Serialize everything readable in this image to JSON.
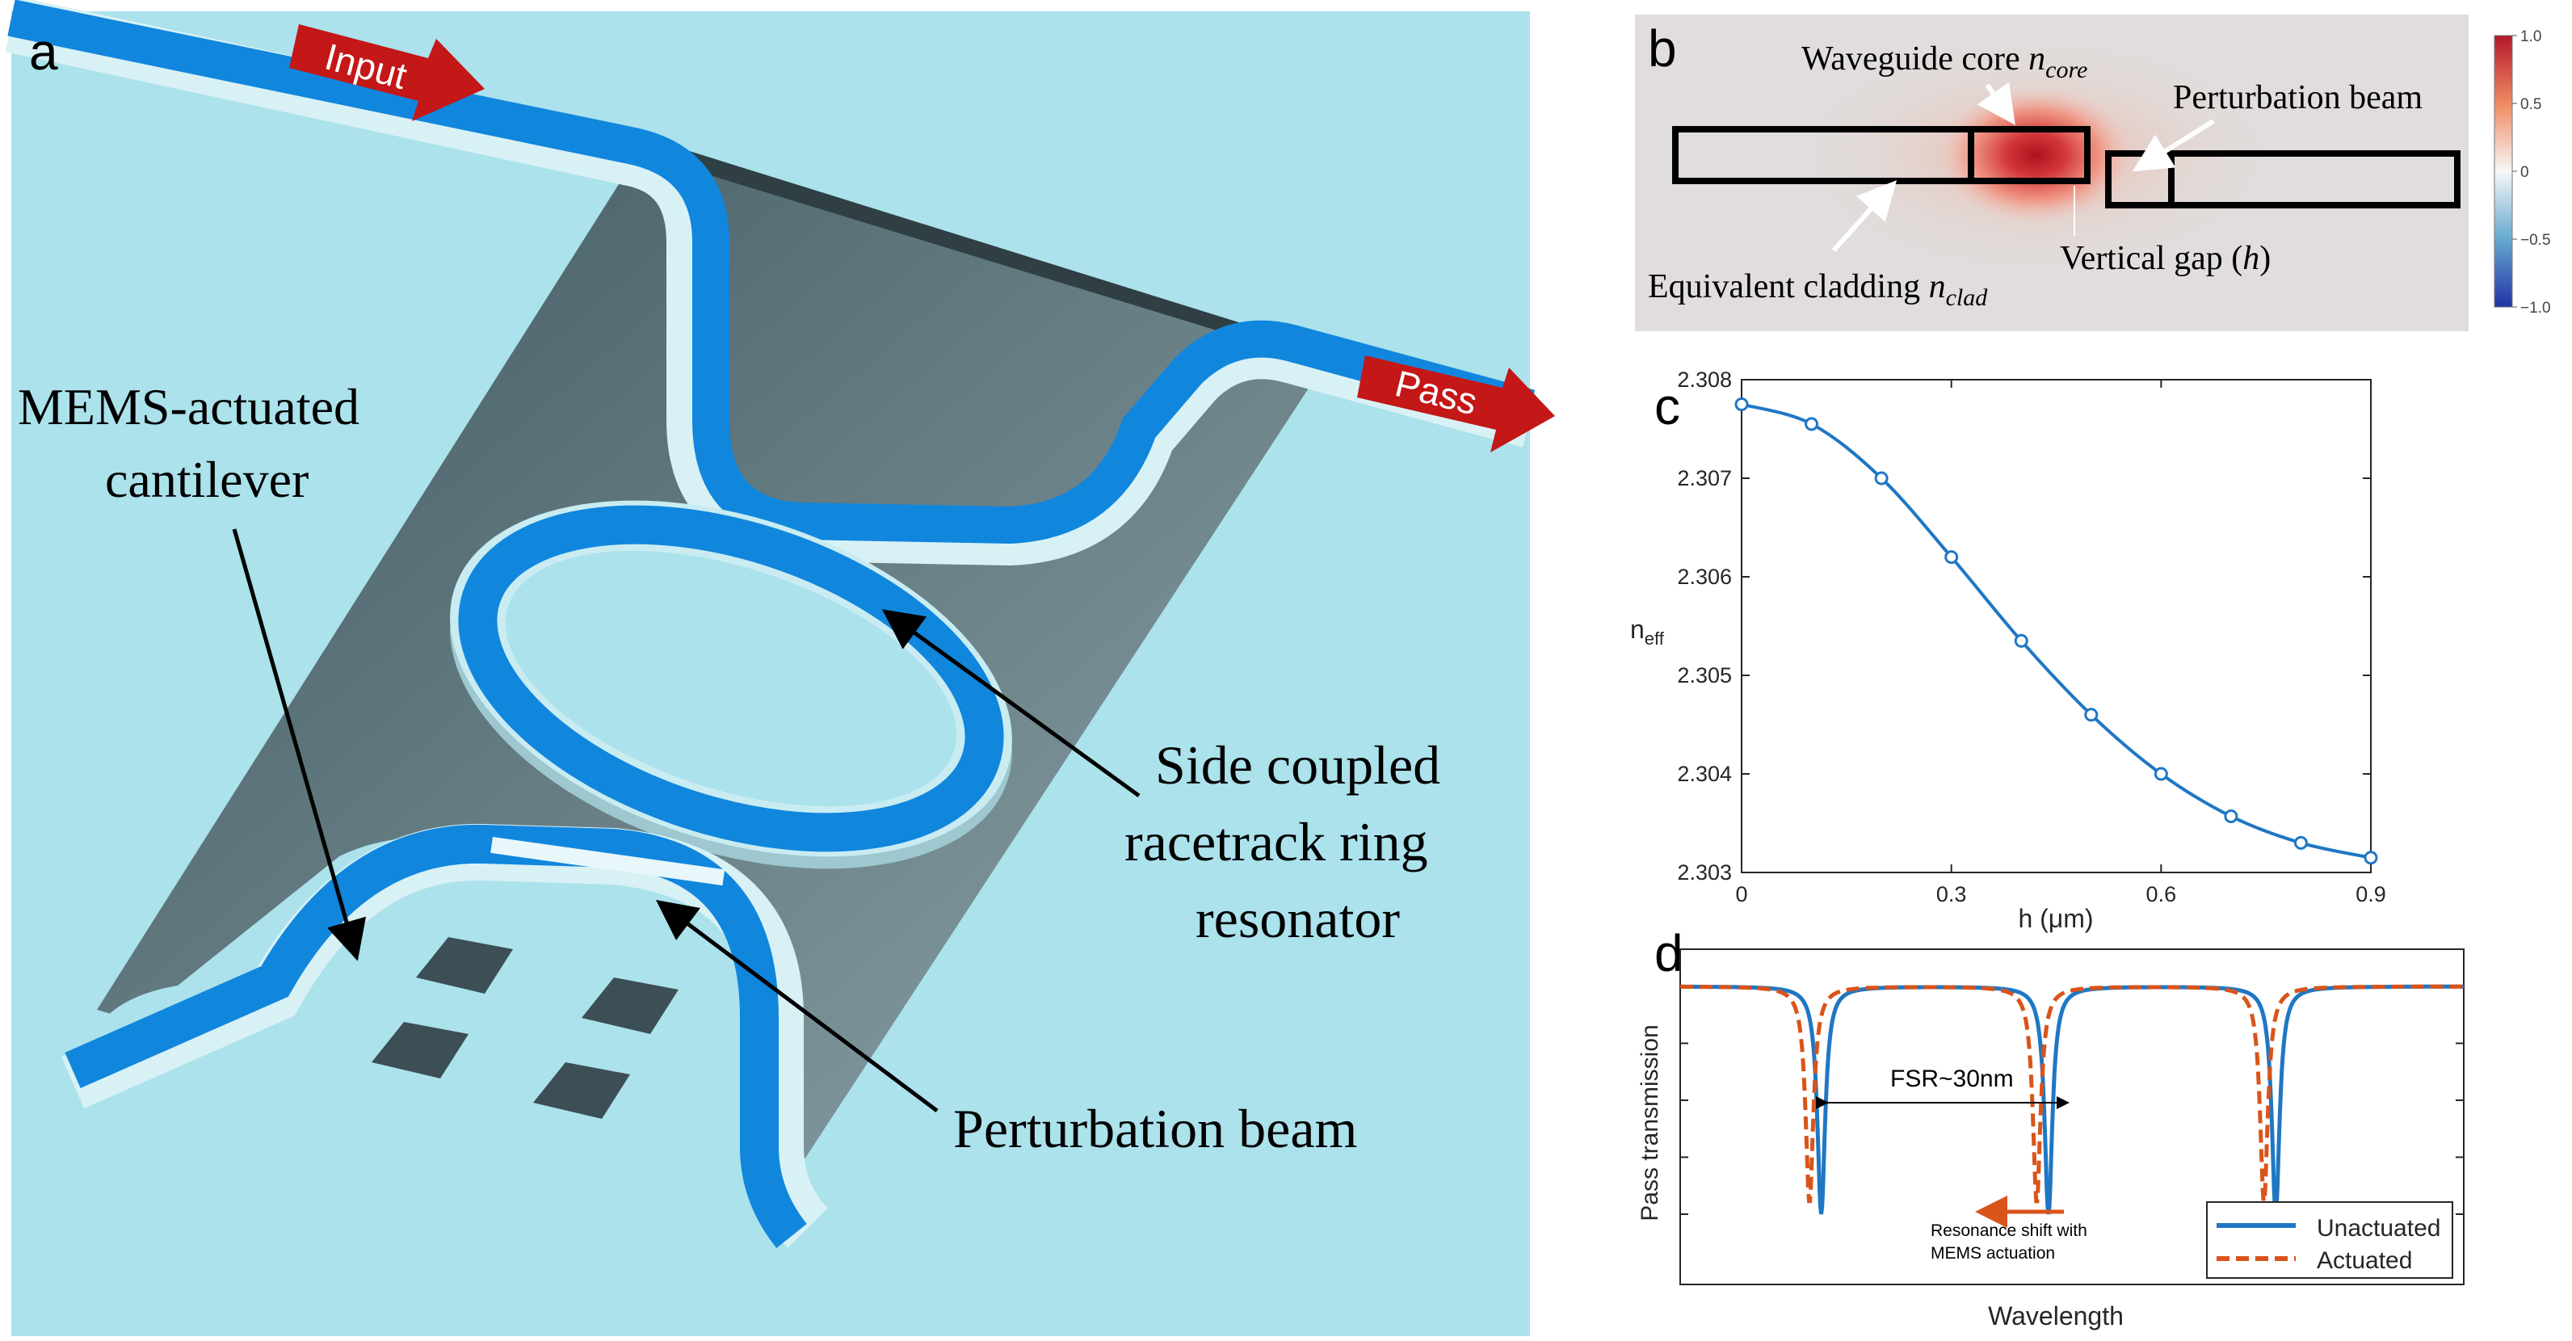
{
  "panel_a": {
    "letter": "a",
    "input_label": "Input",
    "pass_label": "Pass",
    "cantilever_label": [
      "MEMS-actuated",
      "cantilever"
    ],
    "ring_label": [
      "Side coupled",
      "racetrack ring",
      "resonator"
    ],
    "beam_label": "Perturbation beam",
    "colors": {
      "background": "#abe2ec",
      "waveguide": "#1186dd",
      "trench": "#4d666d",
      "arrow": "#c41717"
    }
  },
  "panel_b": {
    "letter": "b",
    "core_label": "Waveguide core ",
    "core_sym": "n",
    "core_sub": "core",
    "beam_label": "Perturbation beam",
    "cladding_label": "Equivalent cladding ",
    "cladding_sym": "n",
    "cladding_sub": "clad",
    "gap_label_pre": "Vertical gap (",
    "gap_sym": "h",
    "gap_label_post": ")",
    "colorbar_ticks": [
      "1.0",
      "0.5",
      "0",
      "−0.5",
      "−1.0"
    ],
    "colorbar_values": [
      1.0,
      0.5,
      0,
      -0.5,
      -1.0
    ]
  },
  "chart_data": [
    {
      "type": "line",
      "panel": "c",
      "xlabel": "h (μm)",
      "ylabel_main": "n",
      "ylabel_sub": "eff",
      "x": [
        0,
        0.1,
        0.2,
        0.3,
        0.4,
        0.5,
        0.6,
        0.7,
        0.8,
        0.9
      ],
      "y": [
        2.30775,
        2.30755,
        2.307,
        2.3062,
        2.30535,
        2.3046,
        2.304,
        2.30357,
        2.3033,
        2.30315
      ],
      "xlim": [
        0,
        0.9
      ],
      "ylim": [
        2.303,
        2.308
      ],
      "xticks": [
        "0",
        "0.3",
        "0.6",
        "0.9"
      ],
      "xtick_values": [
        0,
        0.3,
        0.6,
        0.9
      ],
      "yticks": [
        "2.303",
        "2.304",
        "2.305",
        "2.306",
        "2.307",
        "2.308"
      ],
      "ytick_values": [
        2.303,
        2.304,
        2.305,
        2.306,
        2.307,
        2.308
      ],
      "color": "#1f77c4",
      "grid": false
    },
    {
      "type": "line",
      "panel": "d",
      "xlabel": "Wavelength",
      "ylabel": "Pass transmission",
      "fsr_label": "FSR~30nm",
      "shift_label": [
        "Resonance shift with",
        "MEMS actuation"
      ],
      "legend_position": "bottom-right",
      "series": [
        {
          "name": "Unactuated",
          "style": "solid",
          "color": "#1f77c4",
          "resonances": [
            0.18,
            0.47,
            0.76
          ],
          "min": 0.0
        },
        {
          "name": "Actuated",
          "style": "dashed",
          "color": "#d9541a",
          "resonances": [
            0.165,
            0.455,
            0.745
          ],
          "min": 0.05
        }
      ],
      "grid": false
    }
  ]
}
